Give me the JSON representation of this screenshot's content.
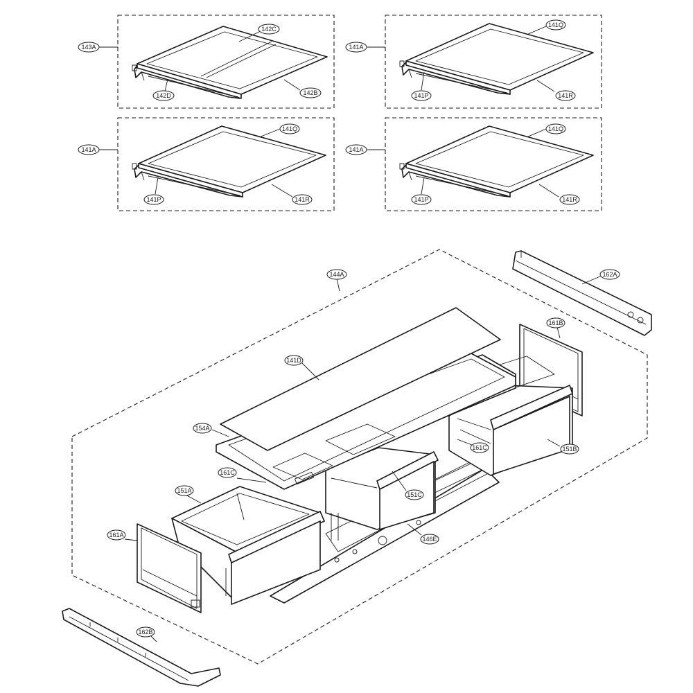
{
  "diagram": {
    "groups": [
      {
        "id": "shelf-group-143a",
        "label": "143A",
        "parts": [
          "142C",
          "142D",
          "142B"
        ]
      },
      {
        "id": "shelf-group-141a-top-right",
        "label": "141A",
        "parts": [
          "141Q",
          "141P",
          "141R"
        ]
      },
      {
        "id": "shelf-group-141a-mid-left",
        "label": "141A",
        "parts": [
          "141Q",
          "141P",
          "141R"
        ]
      },
      {
        "id": "shelf-group-141a-mid-right",
        "label": "141A",
        "parts": [
          "141Q",
          "141P",
          "141R"
        ]
      },
      {
        "id": "crisper-assembly-144a",
        "label": "144A",
        "parts": [
          "141D",
          "154A",
          "161C",
          "151A",
          "161A",
          "151C",
          "146E",
          "151B",
          "161B"
        ]
      }
    ],
    "callouts": {
      "c143A": "143A",
      "c142C": "142C",
      "c142D": "142D",
      "c142B": "142B",
      "c141A_1": "141A",
      "c141Q_1": "141Q",
      "c141P_1": "141P",
      "c141R_1": "141R",
      "c141A_2": "141A",
      "c141Q_2": "141Q",
      "c141P_2": "141P",
      "c141R_2": "141R",
      "c141A_3": "141A",
      "c141Q_3": "141Q",
      "c141P_3": "141P",
      "c141R_3": "141R",
      "c144A": "144A",
      "c162A": "162A",
      "c161B": "161B",
      "c141D": "141D",
      "c154A": "154A",
      "c161C_1": "161C",
      "c161C_2": "161C",
      "c151B": "151B",
      "c151A": "151A",
      "c151C": "151C",
      "c161A": "161A",
      "c146E": "146E",
      "c162B": "162B"
    }
  }
}
